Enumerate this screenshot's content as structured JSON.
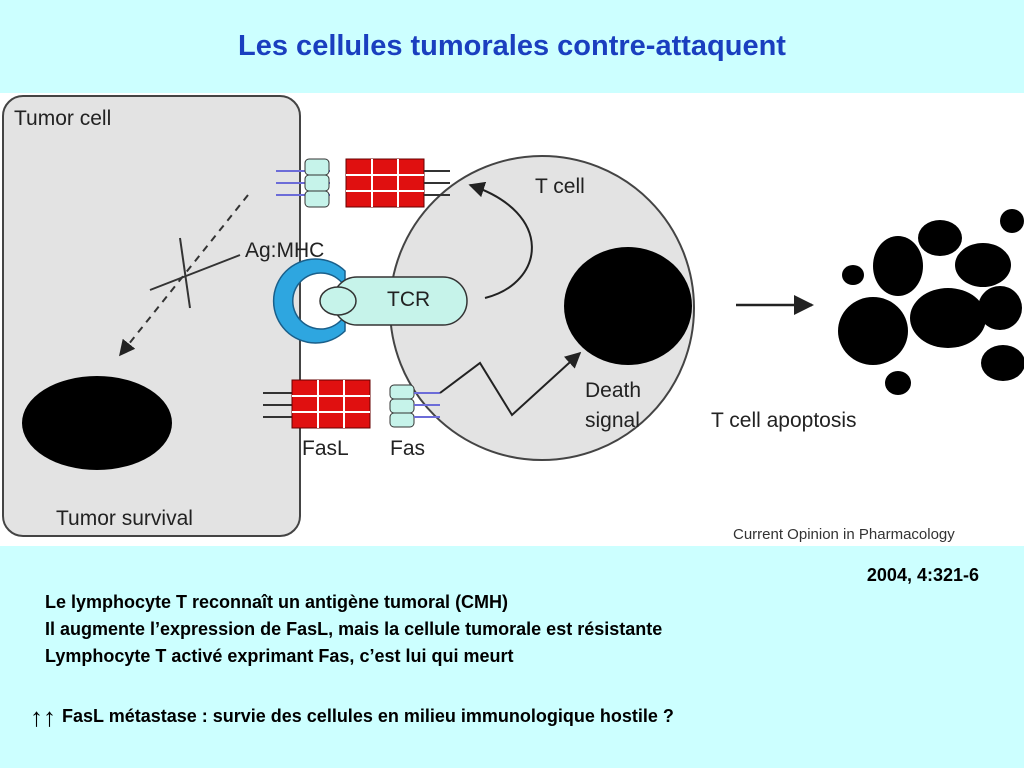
{
  "title": "Les cellules tumorales contre-attaquent",
  "figure": {
    "tumor_cell_label": "Tumor cell",
    "tumor_survival_label": "Tumor survival",
    "ag_mhc_label": "Ag:MHC",
    "tcr_label": "TCR",
    "t_cell_label": "T cell",
    "fasl_label": "FasL",
    "fas_label": "Fas",
    "death_signal_label_line1": "Death",
    "death_signal_label_line2": "signal",
    "apoptosis_label": "T cell apoptosis",
    "credit": "Current Opinion in Pharmacology"
  },
  "reference": "2004, 4:321-6",
  "lines": [
    "Le lymphocyte T reconnaît un antigène tumoral (CMH)",
    "Il augmente l’expression de FasL, mais la cellule tumorale est résistante",
    "Lymphocyte T activé exprimant Fas, c’est lui qui meurt"
  ],
  "bottom_line": {
    "arrows": "↑↑",
    "text": "FasL  métastase : survie des cellules en milieu immunologique hostile ?"
  },
  "colors": {
    "title": "#1a3fbf",
    "background": "#ccffff",
    "cell_fill": "#e3e3e3",
    "fas_ligand_red": "#e01010",
    "receptor_cyan": "#c6f3ea",
    "mhc_blue": "#2ea6e0"
  }
}
